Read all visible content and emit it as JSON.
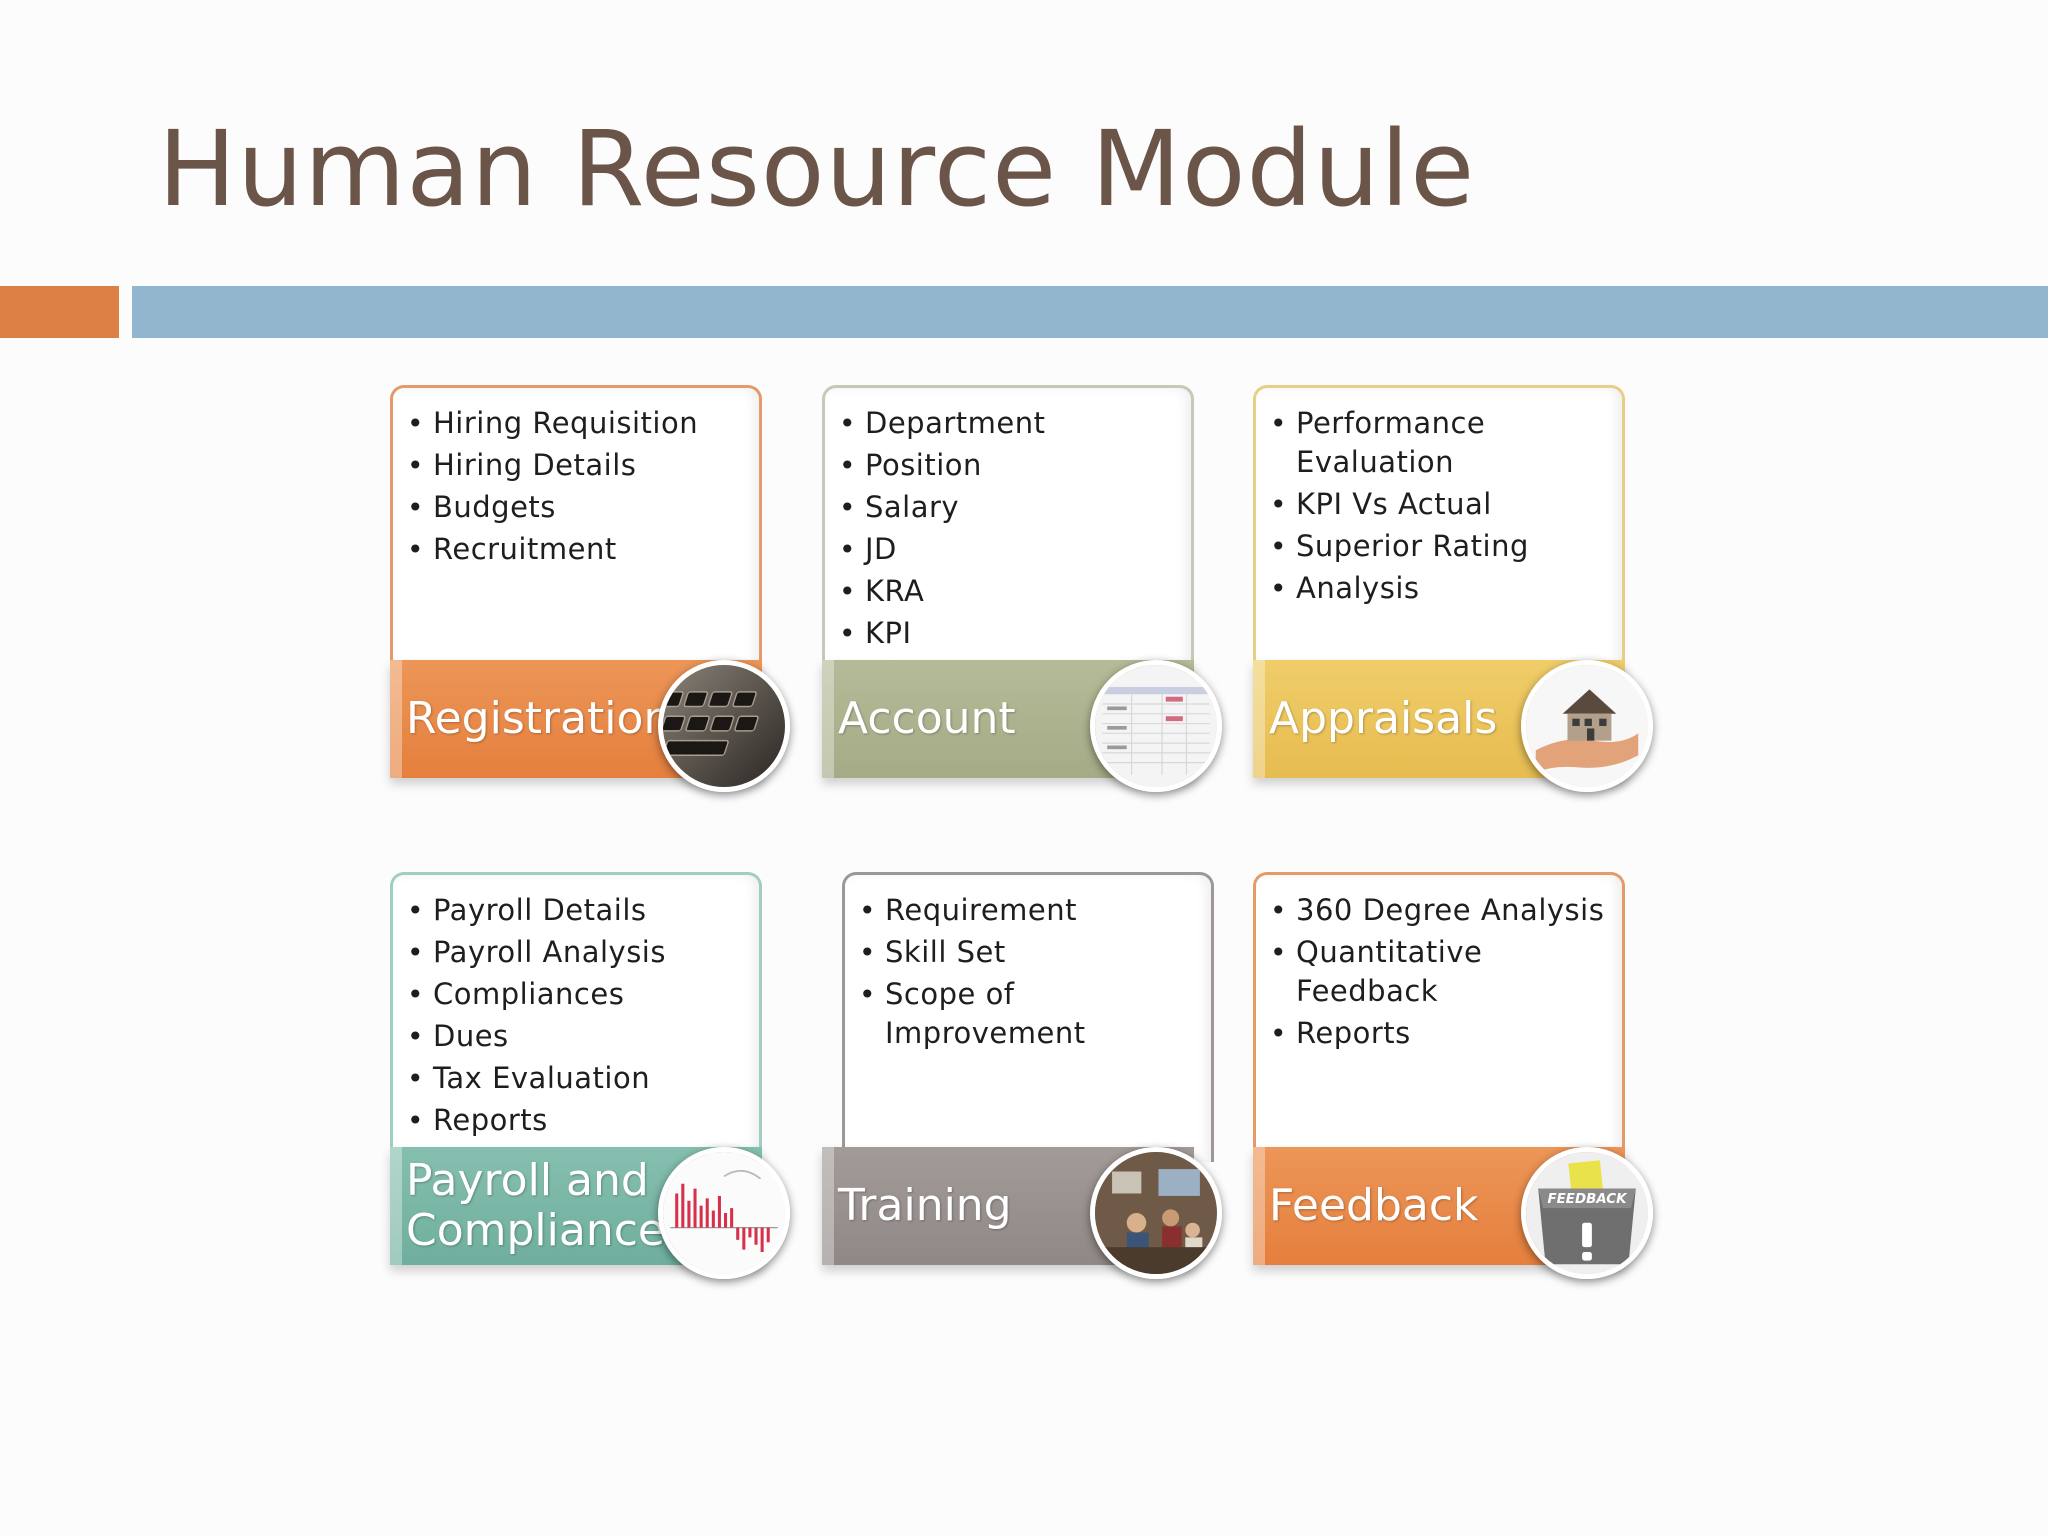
{
  "slide": {
    "title": "Human Resource Module"
  },
  "cards": [
    {
      "label": "Registration",
      "items": [
        "Hiring Requisition",
        "Hiring Details",
        "Budgets",
        "Recruitment"
      ]
    },
    {
      "label": "Account",
      "items": [
        "Department",
        "Position",
        "Salary",
        "JD",
        "KRA",
        "KPI"
      ]
    },
    {
      "label": "Appraisals",
      "items": [
        "Performance Evaluation",
        "KPI Vs Actual",
        "Superior Rating",
        "Analysis"
      ]
    },
    {
      "label": "Payroll and Compliance",
      "items": [
        "Payroll Details",
        "Payroll Analysis",
        "Compliances",
        "Dues",
        "Tax Evaluation",
        "Reports"
      ]
    },
    {
      "label": "Training",
      "items": [
        "Requirement",
        "Skill Set",
        "Scope of Improvement"
      ]
    },
    {
      "label": "Feedback",
      "items": [
        "360 Degree Analysis",
        "Quantitative Feedback",
        "Reports"
      ],
      "badge_text": "FEEDBACK"
    }
  ],
  "icons": [
    "keyboard-icon",
    "spreadsheet-icon",
    "house-in-hand-icon",
    "bar-chart-icon",
    "classroom-photo-icon",
    "feedback-box-icon"
  ],
  "colors": {
    "title": "#6b5448",
    "accent_bar": "#dd8046",
    "main_bar": "#93b6cf",
    "registration": "#e57f3d",
    "account": "#a5ab86",
    "appraisals": "#e6bc4f",
    "payroll": "#6fae9d",
    "training": "#8f8886",
    "feedback": "#e57f3d"
  }
}
